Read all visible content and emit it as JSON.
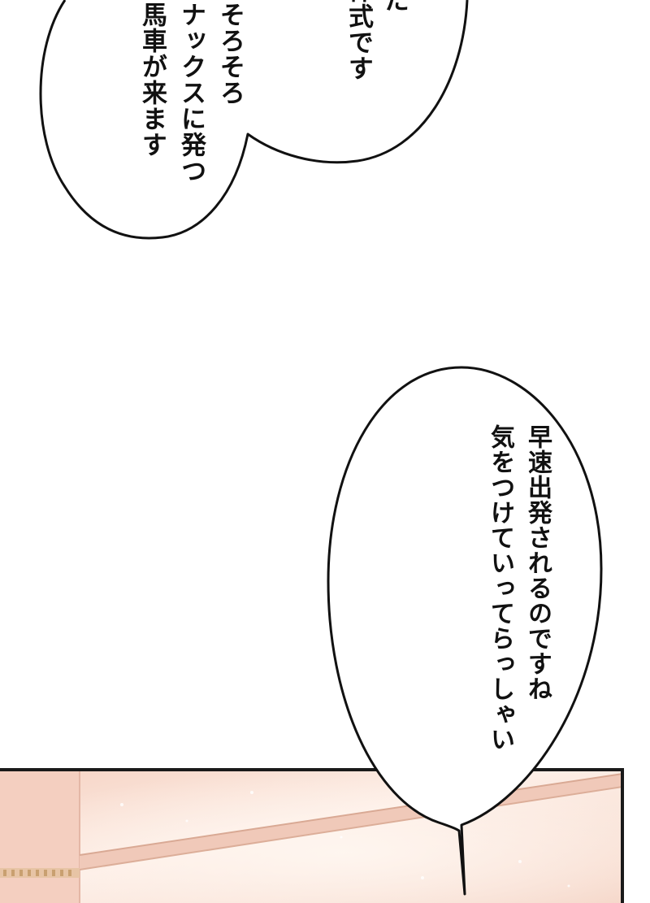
{
  "colors": {
    "background": "#ffffff",
    "ink": "#111111",
    "panel_border": "#1a1a1a",
    "wall_light": "#fdeee6",
    "wall_mid": "#f7d9cc",
    "wall_shadow": "#ebc3b4",
    "molding": "#e3b8a6",
    "trim_gold": "#c9a070"
  },
  "bubble_top": {
    "lines": [
      "そろそろ",
      "ナックスに発つ",
      "馬車が来ます"
    ],
    "partial_lines": [
      "た",
      "悼式です"
    ]
  },
  "bubble_bottom": {
    "lines": [
      "早速出発されるのですね",
      "気をつけていってらっしゃい"
    ]
  }
}
